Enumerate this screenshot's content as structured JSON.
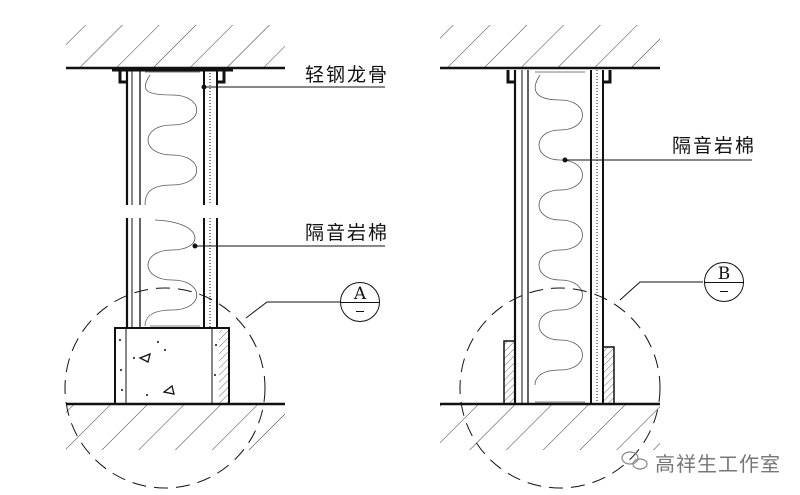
{
  "labels": {
    "light_steel_keel": "轻钢龙骨",
    "rock_wool_left": "隔音岩棉",
    "rock_wool_right": "隔音岩棉"
  },
  "detail_markers": {
    "a": {
      "letter": "A",
      "sub": "—"
    },
    "b": {
      "letter": "B",
      "sub": "—"
    }
  },
  "watermark": {
    "text": "高祥生工作室",
    "icon": "wechat-icon"
  },
  "colors": {
    "line": "#111111",
    "watermark": "#777777"
  }
}
